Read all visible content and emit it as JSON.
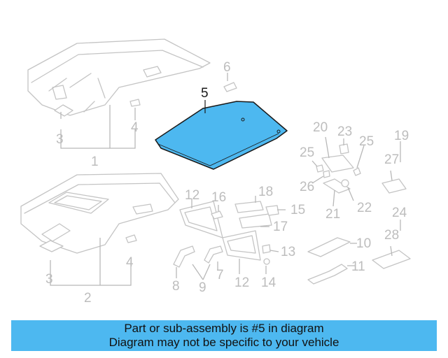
{
  "diagram": {
    "highlighted_part": "5",
    "callouts": {
      "c1": "1",
      "c2": "2",
      "c3a": "3",
      "c3b": "3",
      "c4a": "4",
      "c4b": "4",
      "c5": "5",
      "c6": "6",
      "c7": "7",
      "c8": "8",
      "c9": "9",
      "c10": "10",
      "c11": "11",
      "c12a": "12",
      "c12b": "12",
      "c13": "13",
      "c14": "14",
      "c15": "15",
      "c16": "16",
      "c17": "17",
      "c18": "18",
      "c19": "19",
      "c20": "20",
      "c21": "21",
      "c22": "22",
      "c23": "23",
      "c24": "24",
      "c25a": "25",
      "c25b": "25",
      "c26": "26",
      "c27": "27",
      "c28": "28"
    },
    "colors": {
      "highlight_fill": "#4db8f0",
      "line": "#c4c4c4",
      "banner": "#4db8f0"
    }
  },
  "banner": {
    "line1": "Part or sub-assembly is #5 in diagram",
    "line2": "Diagram may not be specific to your vehicle"
  }
}
